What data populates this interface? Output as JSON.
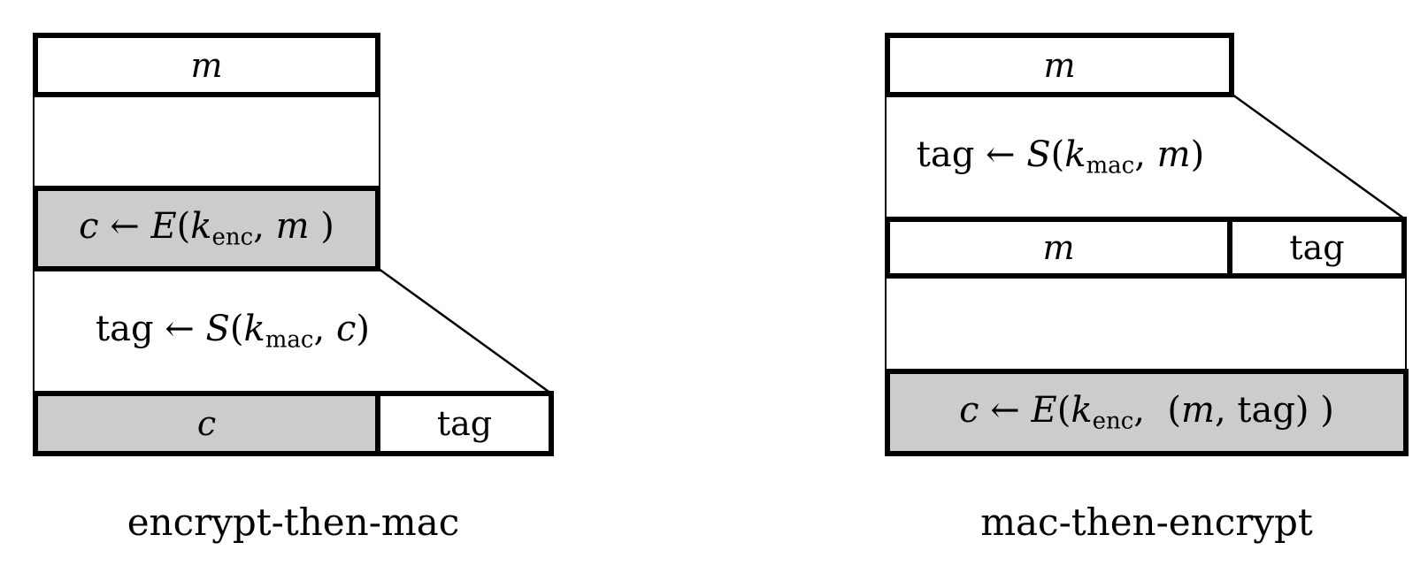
{
  "figure": {
    "background": "#ffffff",
    "box_fill_gray": "#cccccc",
    "line_color": "#000000"
  },
  "diagrams": [
    {
      "caption": "encrypt-then-mac",
      "message_label": "m",
      "cipher_label": "c",
      "tag_label": "tag",
      "encrypt_formula": [
        {
          "t": "c",
          "s": "it"
        },
        {
          "t": " ← ",
          "s": "rm"
        },
        {
          "t": "E",
          "s": "it"
        },
        {
          "t": "(",
          "s": "rm"
        },
        {
          "t": "k",
          "s": "it"
        },
        {
          "t": "enc",
          "s": "sub"
        },
        {
          "t": ", ",
          "s": "rm"
        },
        {
          "t": "m",
          "s": "it"
        },
        {
          "t": " )",
          "s": "rm"
        }
      ],
      "mac_formula": [
        {
          "t": "tag",
          "s": "rm"
        },
        {
          "t": " ← ",
          "s": "rm"
        },
        {
          "t": "S",
          "s": "it"
        },
        {
          "t": "(",
          "s": "rm"
        },
        {
          "t": "k",
          "s": "it"
        },
        {
          "t": "mac",
          "s": "sub"
        },
        {
          "t": ", ",
          "s": "rm"
        },
        {
          "t": "c",
          "s": "it"
        },
        {
          "t": ")",
          "s": "rm"
        }
      ]
    },
    {
      "caption": "mac-then-encrypt",
      "message_label": "m",
      "row_message_label": "m",
      "row_tag_label": "tag",
      "mac_formula": [
        {
          "t": "tag",
          "s": "rm"
        },
        {
          "t": " ← ",
          "s": "rm"
        },
        {
          "t": "S",
          "s": "it"
        },
        {
          "t": "(",
          "s": "rm"
        },
        {
          "t": "k",
          "s": "it"
        },
        {
          "t": "mac",
          "s": "sub"
        },
        {
          "t": ", ",
          "s": "rm"
        },
        {
          "t": "m",
          "s": "it"
        },
        {
          "t": ")",
          "s": "rm"
        }
      ],
      "encrypt_formula": [
        {
          "t": "c",
          "s": "it"
        },
        {
          "t": " ← ",
          "s": "rm"
        },
        {
          "t": "E",
          "s": "it"
        },
        {
          "t": "(",
          "s": "rm"
        },
        {
          "t": "k",
          "s": "it"
        },
        {
          "t": "enc",
          "s": "sub"
        },
        {
          "t": ",  (",
          "s": "rm"
        },
        {
          "t": "m",
          "s": "it"
        },
        {
          "t": ", ",
          "s": "rm"
        },
        {
          "t": "tag",
          "s": "rm"
        },
        {
          "t": ") )",
          "s": "rm"
        }
      ]
    }
  ]
}
